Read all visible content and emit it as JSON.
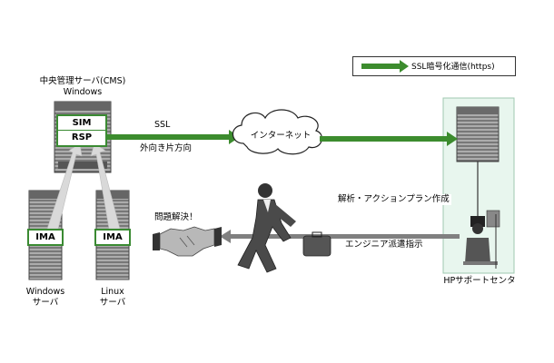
{
  "legend": {
    "label": "SSL暗号化通信(https)"
  },
  "cms": {
    "title_line1": "中央管理サーバ(CMS)",
    "title_line2": "Windows",
    "sim_label": "SIM",
    "rsp_label": "RSP"
  },
  "ssl": {
    "label": "SSL",
    "direction": "外向き片方向"
  },
  "internet": {
    "label": "インターネット"
  },
  "managed": {
    "windows": {
      "agent": "IMA",
      "line1": "Windows",
      "line2": "サーバ"
    },
    "linux": {
      "agent": "IMA",
      "line1": "Linux",
      "line2": "サーバ"
    }
  },
  "resolution": {
    "label": "問題解決！"
  },
  "hp_center": {
    "analysis": "解析・アクションプラン作成",
    "dispatch": "エンジニア派遣指示",
    "name": "HPサポートセンタ"
  },
  "colors": {
    "green_arrow": "#3c8c2e",
    "green_box_border": "#3a8a32",
    "hp_panel": "#e8f6ee",
    "gray_arrow": "#808080"
  }
}
